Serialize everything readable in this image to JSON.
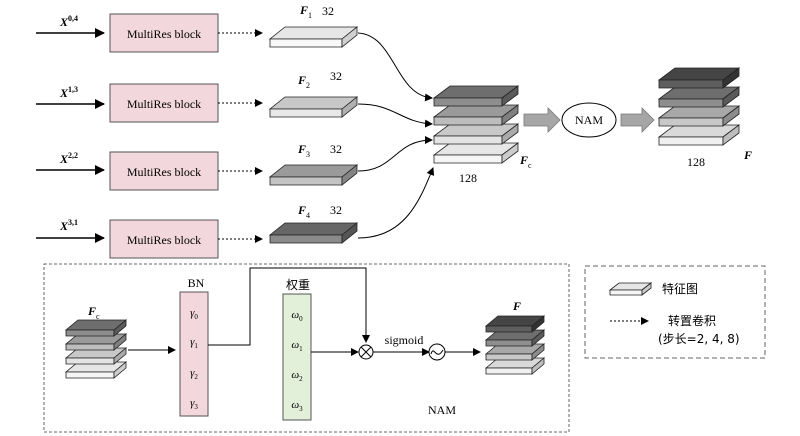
{
  "inputs": [
    {
      "main": "X",
      "sup": "0,4"
    },
    {
      "main": "X",
      "sup": "1,3"
    },
    {
      "main": "X",
      "sup": "2,2"
    },
    {
      "main": "X",
      "sup": "3,1"
    }
  ],
  "block_label": "MultiRes block",
  "features": [
    {
      "main": "F",
      "sub": "1",
      "channels": "32"
    },
    {
      "main": "F",
      "sub": "2",
      "channels": "32"
    },
    {
      "main": "F",
      "sub": "3",
      "channels": "32"
    },
    {
      "main": "F",
      "sub": "4",
      "channels": "32"
    }
  ],
  "concat": {
    "main": "F",
    "sub": "c",
    "channels": "128"
  },
  "nam_label": "NAM",
  "output": {
    "main": "F",
    "channels": "128"
  },
  "detail": {
    "input": {
      "main": "F",
      "sub": "c"
    },
    "bn_label": "BN",
    "gammas": [
      {
        "main": "γ",
        "sub": "0"
      },
      {
        "main": "γ",
        "sub": "1"
      },
      {
        "main": "γ",
        "sub": "2"
      },
      {
        "main": "γ",
        "sub": "3"
      }
    ],
    "weight_label": "权重",
    "omegas": [
      {
        "main": "ω",
        "sub": "0"
      },
      {
        "main": "ω",
        "sub": "1"
      },
      {
        "main": "ω",
        "sub": "2"
      },
      {
        "main": "ω",
        "sub": "3"
      }
    ],
    "sigmoid_label": "sigmoid",
    "output": {
      "main": "F"
    },
    "caption": "NAM"
  },
  "legend": {
    "feature_map": "特征图",
    "transposed_conv": "转置卷积",
    "stride": "(步长=2, 4, 8)"
  },
  "colors": {
    "block_fill": "#f2d7dc",
    "gamma_fill": "#f2d7dc",
    "omega_fill": "#e2efd9",
    "layer_top_light": "#e6e6e6",
    "layer_top_mid": "#c8c8c8",
    "layer_top_dark": "#9a9a9a",
    "layer_top_darkest": "#5a5a5a"
  }
}
